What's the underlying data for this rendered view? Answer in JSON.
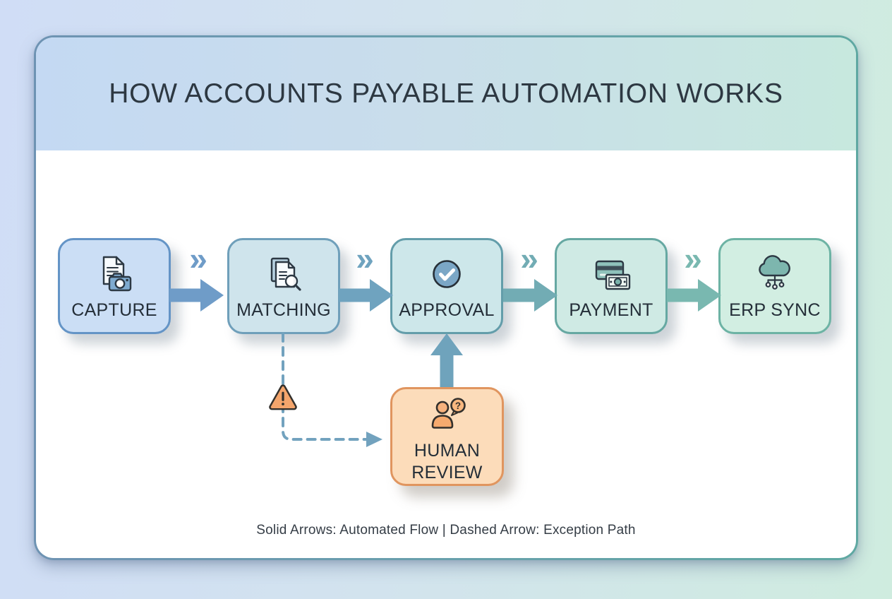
{
  "header": {
    "title": "HOW ACCOUNTS PAYABLE AUTOMATION WORKS"
  },
  "flow": {
    "connector_glyph": "»",
    "steps": [
      {
        "label": "CAPTURE",
        "icon": "document-camera-icon",
        "box_fill": "#cbdef5",
        "box_border": "#6494c6",
        "arrow_color": "#6f9cc8"
      },
      {
        "label": "MATCHING",
        "icon": "documents-magnifier-icon",
        "box_fill": "#cfe4ec",
        "box_border": "#6f9fba",
        "arrow_color": "#6fa3bf"
      },
      {
        "label": "APPROVAL",
        "icon": "check-circle-icon",
        "box_fill": "#cde7ea",
        "box_border": "#639daa",
        "arrow_color": "#72acb4"
      },
      {
        "label": "PAYMENT",
        "icon": "credit-card-banknote-icon",
        "box_fill": "#cfeae4",
        "box_border": "#66a8a2",
        "arrow_color": "#79b8b0"
      },
      {
        "label": "ERP SYNC",
        "icon": "cloud-network-icon",
        "box_fill": "#d2eee2",
        "box_border": "#6db3a4"
      }
    ],
    "exception": {
      "label": "HUMAN REVIEW",
      "icon": "person-question-icon",
      "box_fill": "#fcdcba",
      "box_border": "#e0955f",
      "warning_icon": "warning-triangle-icon",
      "dashed_color": "#72a2be",
      "return_arrow_color": "#6fa3bc"
    }
  },
  "legend": {
    "text": "Solid Arrows: Automated Flow | Dashed Arrow: Exception Path"
  }
}
